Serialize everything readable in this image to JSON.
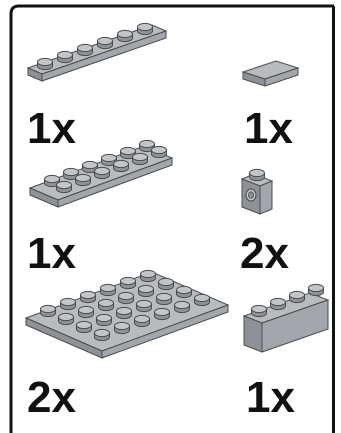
{
  "colors": {
    "panel_border": "#111111",
    "panel_background": "#ffffff",
    "brick_top": "#b9bcbf",
    "brick_side": "#8e9296",
    "brick_front": "#a3a7ab",
    "brick_outline": "#4a4d50"
  },
  "parts": [
    {
      "name": "plate-1x6",
      "icon": "plate-1x6-icon",
      "quantity": "1x"
    },
    {
      "name": "tile-1x2",
      "icon": "tile-1x2-icon",
      "quantity": "1x"
    },
    {
      "name": "plate-2x6",
      "icon": "plate-2x6-icon",
      "quantity": "1x"
    },
    {
      "name": "brick-1x1-with-stud-on-side",
      "icon": "brick-1x1-side-stud-icon",
      "quantity": "2x"
    },
    {
      "name": "plate-4x6",
      "icon": "plate-4x6-icon",
      "quantity": "2x"
    },
    {
      "name": "brick-1x4",
      "icon": "brick-1x4-icon",
      "quantity": "1x"
    }
  ]
}
